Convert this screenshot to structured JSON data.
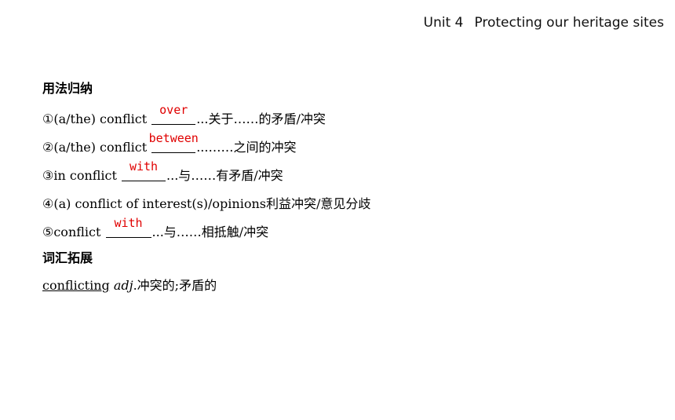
{
  "header": {
    "unit": "Unit 4",
    "title": "Protecting our heritage sites"
  },
  "usage": {
    "title": "用法归纳",
    "items": [
      {
        "prefix": "①(a/the) conflict ",
        "answer": "over",
        "suffix": "...关于……的矛盾/冲突"
      },
      {
        "prefix": "②(a/the) conflict ",
        "answer": "between",
        "suffix": "...……之间的冲突"
      },
      {
        "prefix": "③in conflict ",
        "answer": "with",
        "suffix": "...与……有矛盾/冲突"
      },
      {
        "text": "④(a) conflict of interest(s)/opinions利益冲突/意见分歧"
      },
      {
        "prefix": "⑤conflict ",
        "answer": "with",
        "suffix": "...与……相抵触/冲突"
      }
    ]
  },
  "vocab": {
    "title": "词汇拓展",
    "word": "conflicting",
    "pos": "adj",
    "meaning": ".冲突的;矛盾的"
  }
}
